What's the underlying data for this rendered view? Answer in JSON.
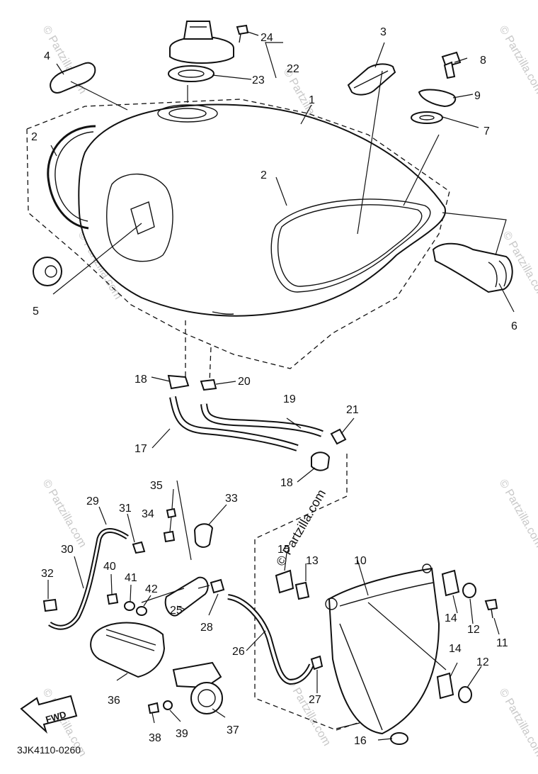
{
  "diagram": {
    "callouts": [
      "1",
      "2",
      "2",
      "3",
      "4",
      "5",
      "6",
      "7",
      "8",
      "9",
      "10",
      "11",
      "12",
      "12",
      "13",
      "14",
      "14",
      "15",
      "16",
      "17",
      "18",
      "18",
      "19",
      "20",
      "21",
      "22",
      "23",
      "24",
      "25",
      "26",
      "27",
      "28",
      "29",
      "30",
      "31",
      "32",
      "33",
      "34",
      "35",
      "36",
      "37",
      "38",
      "39",
      "40",
      "41",
      "42"
    ],
    "drawing_code": "3JK4110-0260",
    "fwd_label": "FWD",
    "watermark": "© Partzilla.com"
  }
}
